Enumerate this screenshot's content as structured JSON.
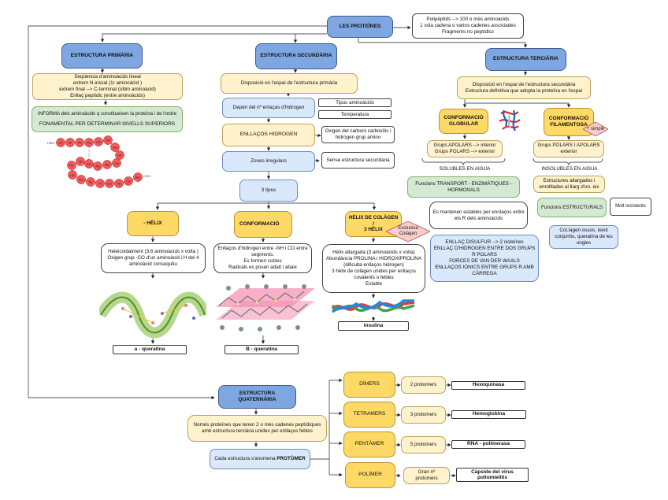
{
  "root": {
    "title": "LES PROTEÏNES",
    "notes": [
      "Polipèptids --> 100 o més aminoàcids",
      "1 sola cadena o varios cadenes associades",
      "Fragments no peptídics"
    ]
  },
  "primary": {
    "title": "ESTRUCTURA PRIMÀRIA",
    "definition": [
      "Seqüència d'aminoàcids lineal",
      "extrem N-inicial (1r aminoàcid )",
      "extrem final --> C-terminal (últim aminoàcid)",
      "Enllaç peptídic (entre aminoàcids)"
    ],
    "info": [
      "INFORMA dels aminoàcids q constitueixen la proteïna i de l'ordre",
      "FONAMENTAL PER DETERMINAR NIVELLS SUPERIORS"
    ],
    "chain": {
      "start": "H3N+",
      "end": "COO-",
      "residues": [
        "Gly",
        "Ile",
        "Val",
        "Cys",
        "Gln",
        "Gln",
        "Ala",
        "Ser",
        "Leu",
        "Asp",
        "Arg",
        "Cys",
        "Val",
        "Pro",
        "Lys",
        "Phe",
        "Tyr",
        "Thr",
        "Leu",
        "His",
        "Lys",
        "Asn"
      ]
    }
  },
  "secondary": {
    "title": "ESTRUCTURA SECUNDÀRIA",
    "definition": "Disposició en l'espai de l'estructura primària",
    "depends": "Depèn del nº enlaças d'hidrogen",
    "factors": [
      "Tipus aminoàcids",
      "Temperatura"
    ],
    "bonds": "ENLLAÇOS  HIDROGEN",
    "bonds_note": [
      "Oxigen del carboni carboxílic i",
      "hidrogen grup amino"
    ],
    "irregular": "Zones irregulars",
    "irregular_note": "Sense estructura secundaria",
    "types_label": "3 tipus",
    "types": [
      {
        "title": "- HÈLIX",
        "desc": [
          "Heleicoidalment (3,6 aminoàcids x volta )",
          "Oxigen grup -CO d'un aminoàcid i H del 4",
          "aminoàcid consequtiu"
        ],
        "example": "a - queratina"
      },
      {
        "title": "CONFORMACIÓ",
        "desc": [
          "Enllaços d'hidrogen entre -NH i CO entre",
          "segments.",
          "Es formen colzes",
          "Radicals es posen adalt i abaix"
        ],
        "example": "B - queratina"
      },
      {
        "title": [
          "HÈLIX DE COLÀGEN /",
          "3 HÈLIX"
        ],
        "tag": [
          "Exclusiva",
          "Colagen"
        ],
        "desc": [
          "Hèlix allargada (3 aminoàcids x volta)",
          "Abundància PROLINA i HIDROXIPROLINA",
          "(dificulta enllaços hidrogen)",
          "3 hèlix de colàgen unides per enllaços",
          "covalents o febles",
          "Estable"
        ],
        "example": "insulina"
      }
    ]
  },
  "tertiary": {
    "title": "ESTRUCTURA TERCIÀRIA",
    "definition": [
      "Disposició en l'espai de l'estructura secundària",
      "Estructura definitiva que adopta la proteïna en l'espai"
    ],
    "globular": {
      "title": [
        "CONFORMACIÓ",
        "GLOBULAR"
      ],
      "groups": [
        "Grups APOLARS --> interior",
        "Grups POLARS --> exterior"
      ],
      "solubility": "SOLUBLES EN AIGUA",
      "functions": [
        "Funcions TRANSPORT - ENZIMÀTIQUES -",
        "HORMONALS"
      ],
      "stability": [
        "Es mantenen estables per ennlaços entre",
        "els R dels aminoàcids"
      ],
      "bonds": [
        "ENLLAÇ DISULFUR --> 2 cisteïnes",
        "ENLLAÇ D'HIDROGEN ENTRE DOS GRUPS",
        "R POLARS",
        "FORCES DE VAN DER WAALS",
        "ENLLAÇOS IÒNICS ENTRE GRUPS R AMB",
        "CÀRREGA"
      ]
    },
    "filamentous": {
      "title": [
        "CONFORMACIÓ",
        "FILAMENTOSA"
      ],
      "tag": "+ simple",
      "groups": [
        "Grups POLARS I APOLARS",
        "exterior"
      ],
      "solubility": "INSOLUBLES EN AIGUA",
      "shape": [
        "Estructures allargades i",
        "enrotllades al llarg d'un. eix"
      ],
      "functions": "Funcions ESTRUCTURALS",
      "property": "Molt resistents",
      "examples": [
        "Col.lagen ossos, teixit",
        "conjuntiu, queratina de les",
        "ungles"
      ]
    }
  },
  "quaternary": {
    "title": "ESTRUCTURA QUATERNÀRIA",
    "definition": [
      "Només proteïnes que tenen 2 o més cadenes peptídiques",
      "amb estructura terciària unides per enllaços febles"
    ],
    "protomer_prefix": "Cada estructura s'anomena ",
    "protomer_word": "PROTÒMER",
    "types": [
      {
        "name": "DÍMERS",
        "count": "2 protomers",
        "example": [
          "Hexoquinasa"
        ]
      },
      {
        "name": "TETRAMERS",
        "count": "3 protomers",
        "example": [
          "Hemoglobina"
        ]
      },
      {
        "name": "PENTÀMER",
        "count": "5 protomers",
        "example": [
          "RNA - polimerasa"
        ]
      },
      {
        "name": "POLÍMER",
        "count": "Gran nº protomers",
        "example": [
          "Càpside del virus",
          "poliomielitis"
        ]
      }
    ]
  },
  "colors": {
    "primary_blue": "#7ea6e0",
    "light_blue": "#dae8fc",
    "yellow": "#ffd966",
    "light_yellow": "#fff2cc",
    "green": "#d5e8d4",
    "diamond_pink": "#f8cecc",
    "residue_red": "#f05a5a"
  }
}
